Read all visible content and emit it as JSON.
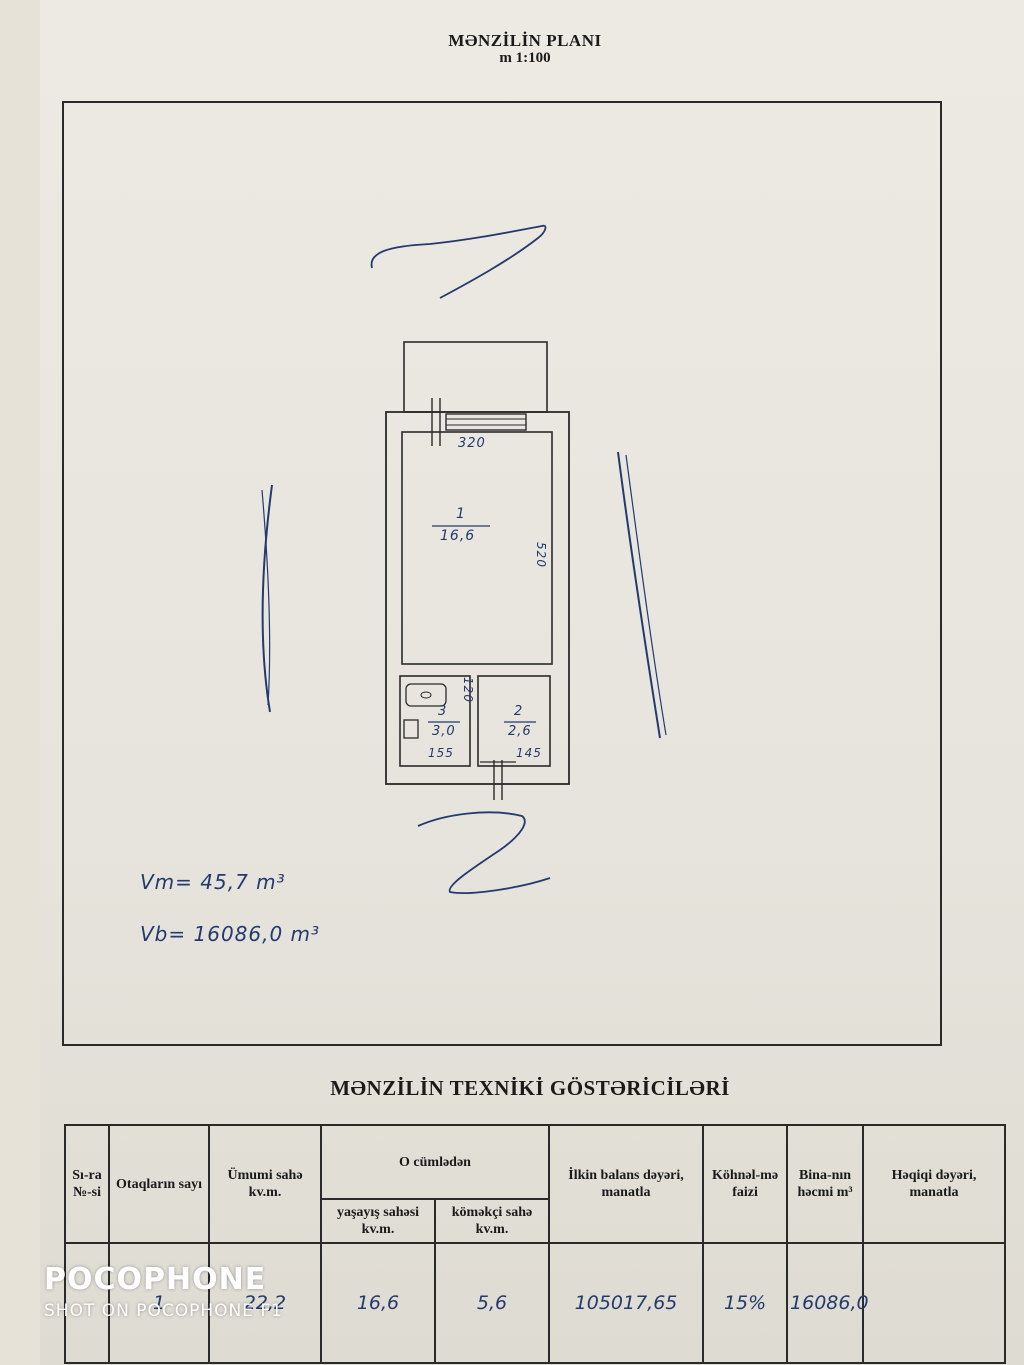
{
  "plan": {
    "title": "MƏNZİLİN PLANI",
    "scale": "m 1:100",
    "rooms": [
      {
        "number": "1",
        "area": "16,6"
      },
      {
        "number": "2",
        "area": "2,6"
      },
      {
        "number": "3",
        "area": "3,0"
      }
    ],
    "dimensions": [
      "320",
      "520",
      "120",
      "155",
      "145"
    ],
    "volume_apartment": "Vm= 45,7 m³",
    "volume_building": "Vb= 16086,0 m³"
  },
  "tech": {
    "title": "MƏNZİLİN TEXNİKİ GÖSTƏRİCİLƏRİ",
    "headers": {
      "index": "Sı-ra №-si",
      "rooms": "Otaqların sayı",
      "total_area": "Ümumi sahə kv.m.",
      "including": "O cümlədən",
      "living_area": "yaşayış sahəsi kv.m.",
      "aux_area": "köməkçi sahə kv.m.",
      "balance_value": "İlkin balans dəyəri, manatla",
      "wear": "Köhnəl-mə faizi",
      "building_volume": "Bina-nın həcmi m³",
      "actual_value": "Həqiqi dəyəri, manatla"
    },
    "row": {
      "index": "",
      "rooms": "1",
      "total_area": "22,2",
      "living_area": "16,6",
      "aux_area": "5,6",
      "balance_value": "105017,65",
      "wear": "15%",
      "building_volume": "16086,0",
      "actual_value": ""
    }
  },
  "watermark": {
    "brand": "POCOPHONE",
    "sub": "SHOT ON POCOPHONE F1"
  },
  "colors": {
    "ink": "#243a6e",
    "print": "#1a1a1a",
    "paper": "#eceae3"
  }
}
